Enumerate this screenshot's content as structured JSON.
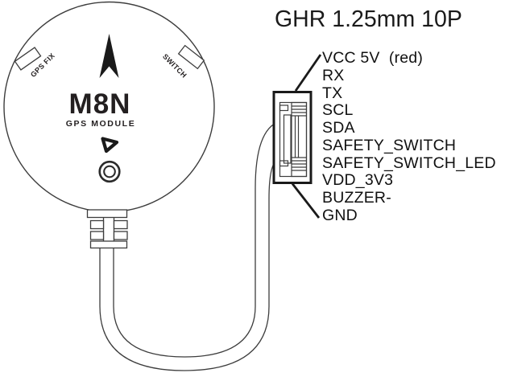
{
  "title": "GHR 1.25mm 10P",
  "module": {
    "name": "M8N",
    "subtitle": "GPS MODULE",
    "label_left": "GPS FIX",
    "label_right": "SWITCH"
  },
  "connector": {
    "type_label": "GHR 1.25mm 10P",
    "pins": [
      "VCC 5V  (red)",
      "RX",
      "TX",
      "SCL",
      "SDA",
      "SAFETY_SWITCH",
      "SAFETY_SWITCH_LED",
      "VDD_3V3",
      "BUZZER-",
      "GND"
    ]
  },
  "colors": {
    "ink": "#1a1a1a",
    "line": "#3d3d3d",
    "background": "#ffffff"
  }
}
